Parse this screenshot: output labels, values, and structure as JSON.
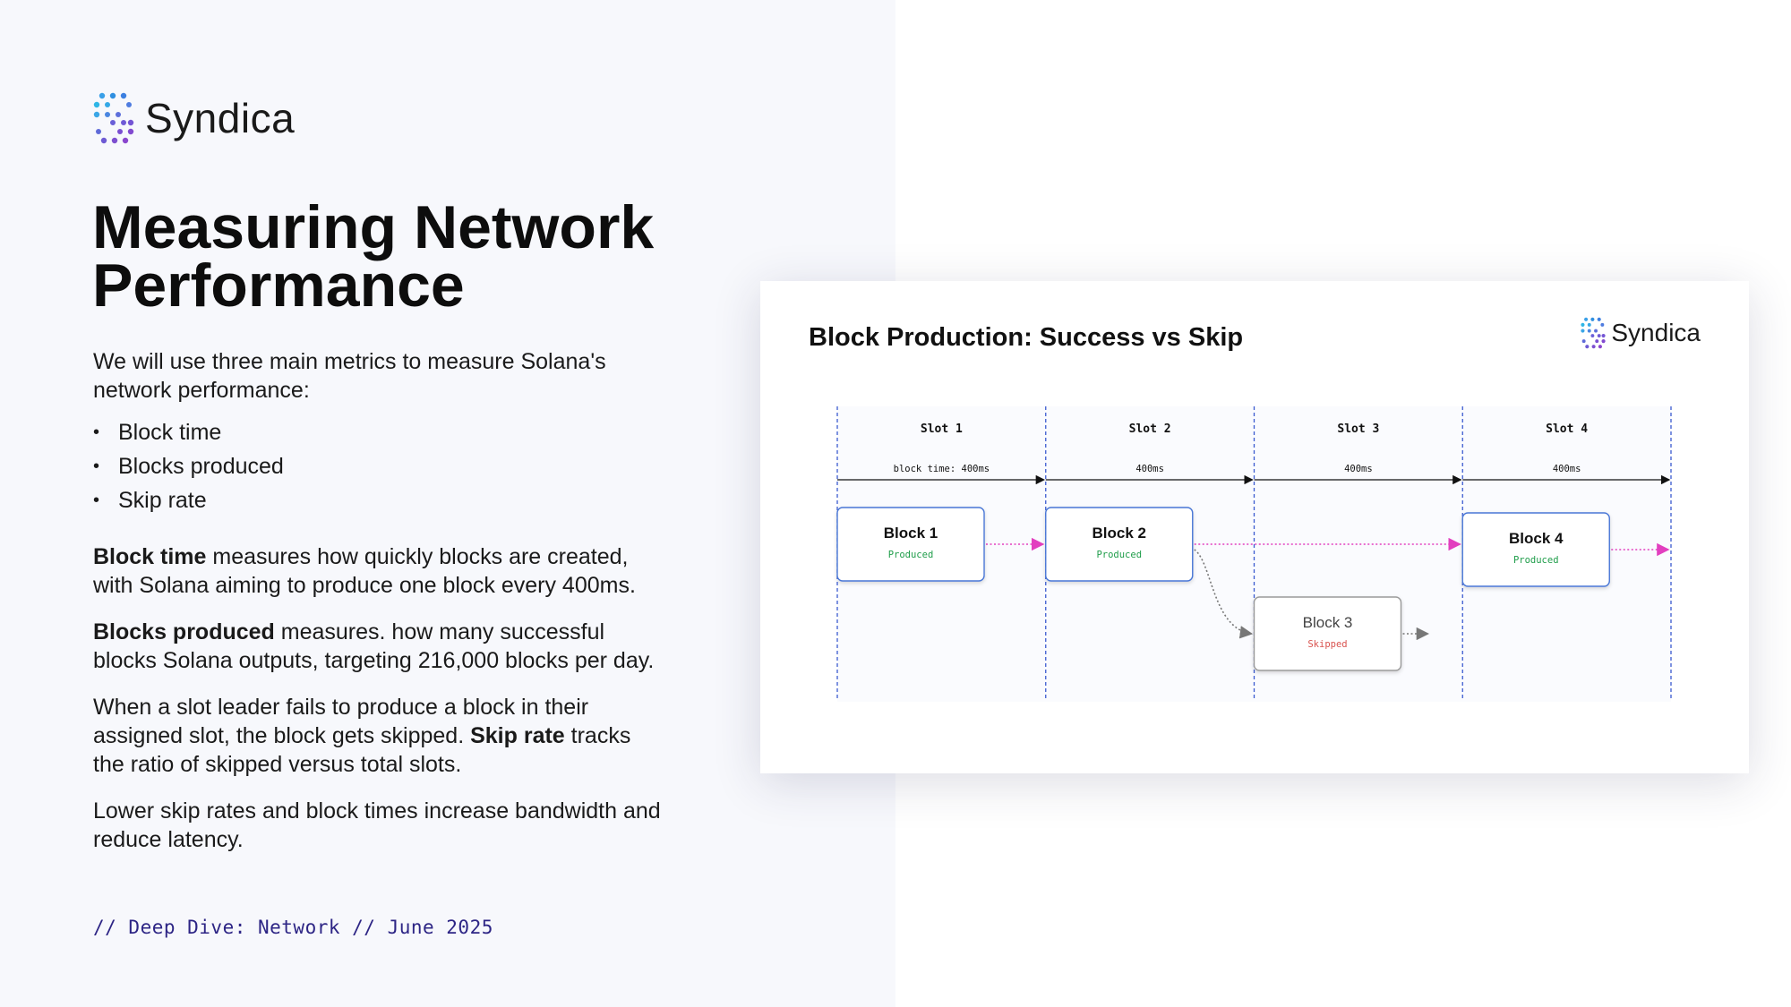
{
  "brand": {
    "name": "Syndica",
    "logo_icon": "syndica-dotted-s-logo"
  },
  "headline": {
    "line1": "Measuring Network",
    "line2": "Performance"
  },
  "intro": "We will use three main metrics to measure Solana's network performance:",
  "metrics": [
    "Block time",
    "Blocks produced",
    "Skip rate"
  ],
  "paragraphs": {
    "block_time": {
      "bold": "Block time",
      "rest": " measures how quickly blocks are created, with Solana aiming to produce one block every 400ms."
    },
    "blocks_produced": {
      "bold": "Blocks produced",
      "rest": " measures. how many successful blocks Solana outputs, targeting 216,000 blocks per day."
    },
    "skip_rate": {
      "before": "When a slot leader fails to produce a block in their assigned slot, the block gets skipped. ",
      "bold": "Skip rate",
      "after": " tracks the ratio of skipped versus total slots."
    },
    "closing": "Lower skip rates and block times increase bandwidth and reduce latency."
  },
  "footer": "// Deep Dive: Network // June 2025",
  "card": {
    "title": "Block Production: Success vs Skip",
    "brand_name": "Syndica",
    "slots": [
      {
        "label": "Slot 1",
        "time": "block time: 400ms"
      },
      {
        "label": "Slot 2",
        "time": "400ms"
      },
      {
        "label": "Slot 3",
        "time": "400ms"
      },
      {
        "label": "Slot 4",
        "time": "400ms"
      }
    ],
    "blocks": [
      {
        "name": "Block 1",
        "status": "Produced",
        "slot": 1,
        "state": "produced"
      },
      {
        "name": "Block 2",
        "status": "Produced",
        "slot": 2,
        "state": "produced"
      },
      {
        "name": "Block 3",
        "status": "Skipped",
        "slot": 3,
        "state": "skipped"
      },
      {
        "name": "Block 4",
        "status": "Produced",
        "slot": 4,
        "state": "produced"
      }
    ]
  },
  "colors": {
    "accent_pink": "#e23fbf",
    "produced_green": "#1f9d4a",
    "skipped_red": "#d9534f",
    "block_border": "#4a77d6",
    "skip_border": "#9a9a9a",
    "slot_line": "#3b5bd0",
    "footer_text": "#2d2585"
  }
}
